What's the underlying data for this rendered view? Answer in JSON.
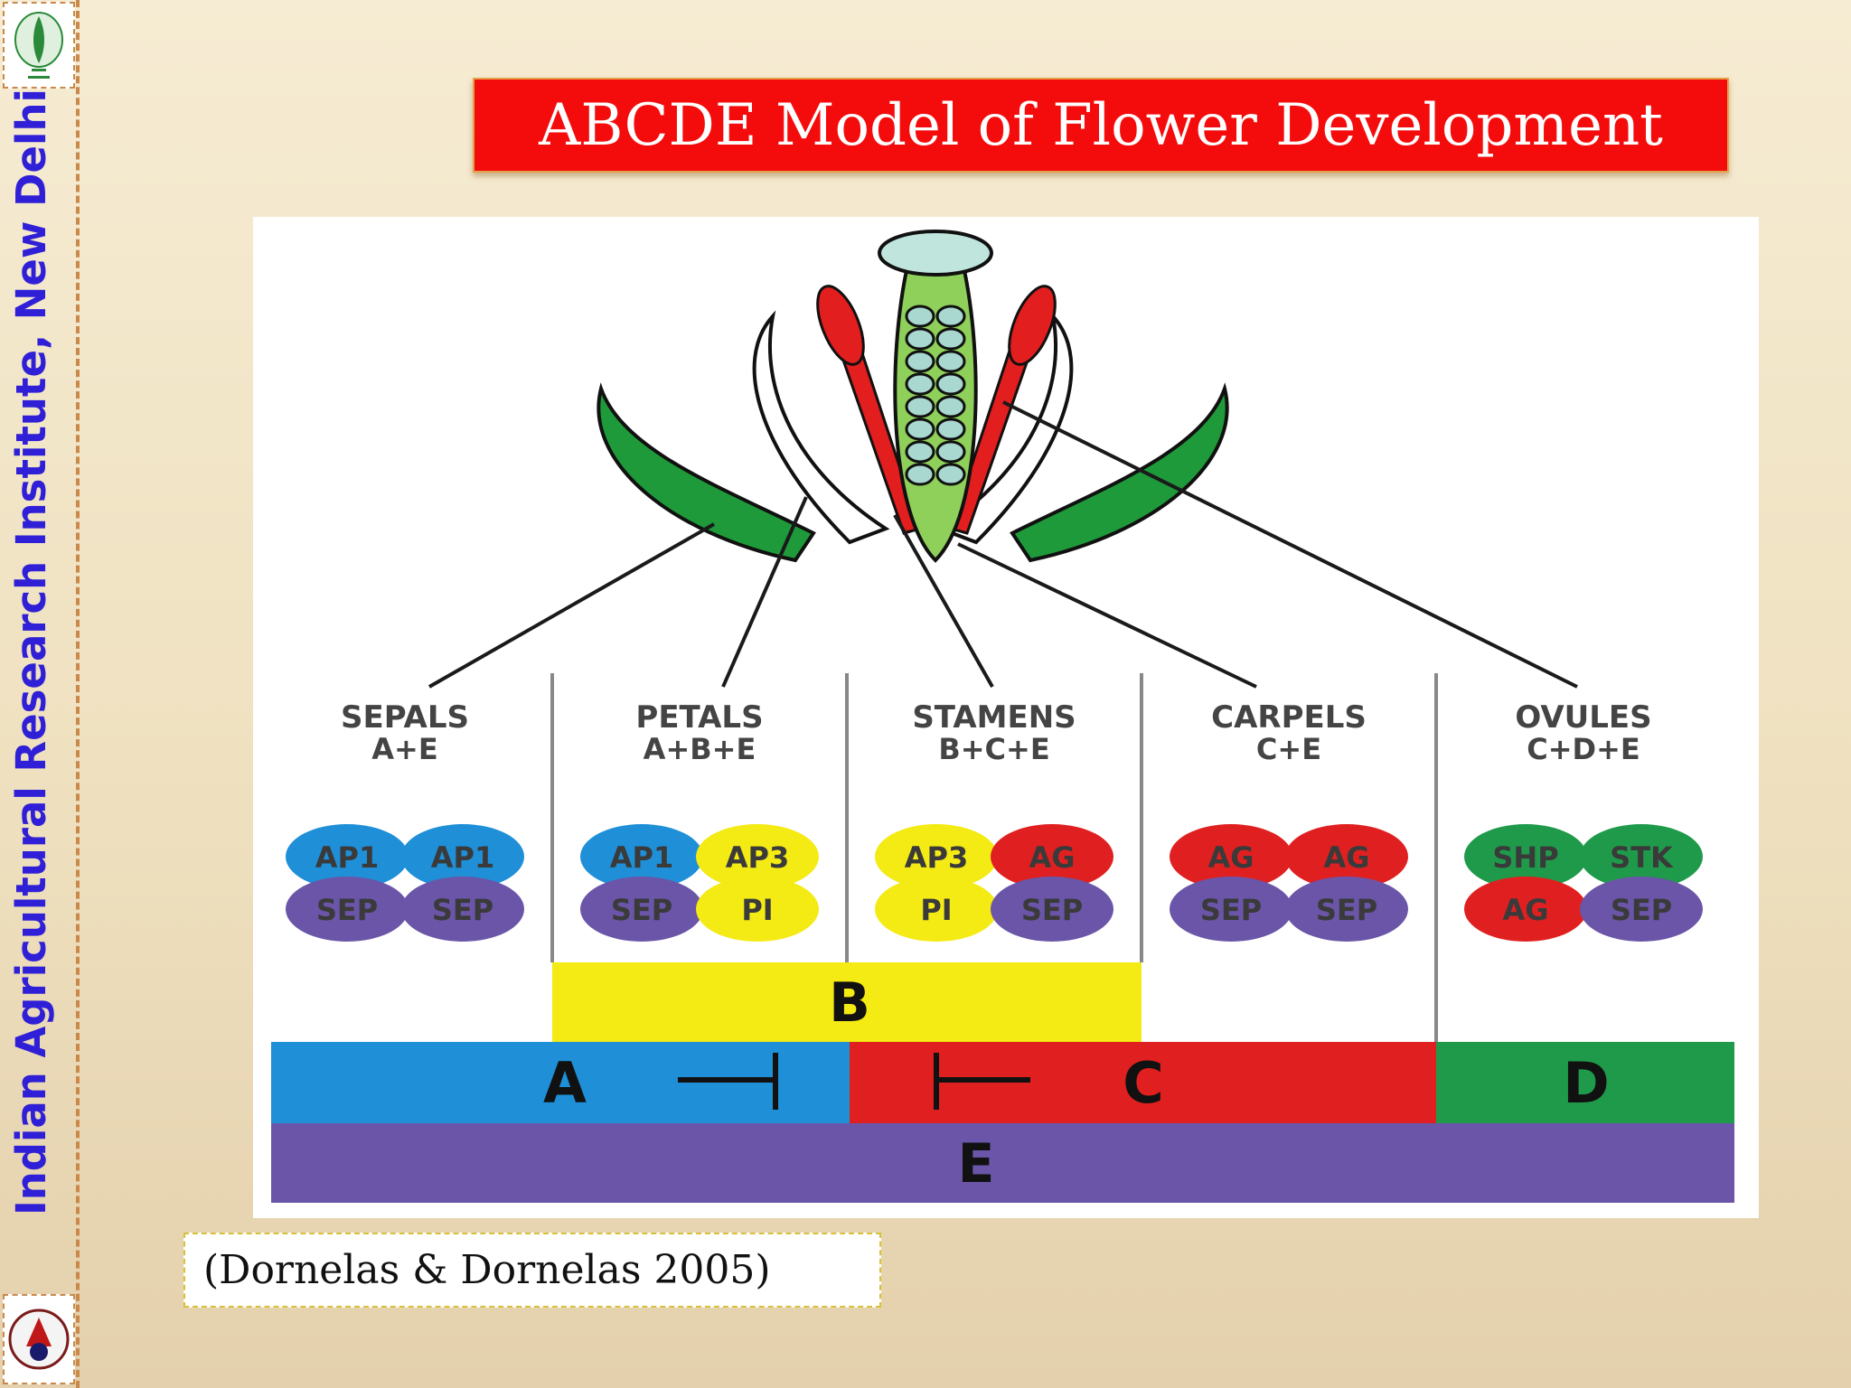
{
  "slide": {
    "title": "ABCDE Model of Flower Development",
    "side_banner": "Indian Agricultural Research Institute, New Delhi",
    "citation": "(Dornelas & Dornelas 2005)"
  },
  "diagram": {
    "organs": [
      {
        "name": "SEPALS",
        "genes": "A+E",
        "proteins": [
          {
            "label": "AP1",
            "color": "#1f8fd8"
          },
          {
            "label": "AP1",
            "color": "#1f8fd8"
          },
          {
            "label": "SEP",
            "color": "#6a55a8"
          },
          {
            "label": "SEP",
            "color": "#6a55a8"
          }
        ]
      },
      {
        "name": "PETALS",
        "genes": "A+B+E",
        "proteins": [
          {
            "label": "AP1",
            "color": "#1f8fd8"
          },
          {
            "label": "AP3",
            "color": "#f4ea14"
          },
          {
            "label": "SEP",
            "color": "#6a55a8"
          },
          {
            "label": "PI",
            "color": "#f4ea14"
          }
        ]
      },
      {
        "name": "STAMENS",
        "genes": "B+C+E",
        "proteins": [
          {
            "label": "AP3",
            "color": "#f4ea14"
          },
          {
            "label": "AG",
            "color": "#e02020"
          },
          {
            "label": "PI",
            "color": "#f4ea14"
          },
          {
            "label": "SEP",
            "color": "#6a55a8"
          }
        ]
      },
      {
        "name": "CARPELS",
        "genes": "C+E",
        "proteins": [
          {
            "label": "AG",
            "color": "#e02020"
          },
          {
            "label": "AG",
            "color": "#e02020"
          },
          {
            "label": "SEP",
            "color": "#6a55a8"
          },
          {
            "label": "SEP",
            "color": "#6a55a8"
          }
        ]
      },
      {
        "name": "OVULES",
        "genes": "C+D+E",
        "proteins": [
          {
            "label": "SHP",
            "color": "#1f9a4a"
          },
          {
            "label": "STK",
            "color": "#1f9a4a"
          },
          {
            "label": "AG",
            "color": "#e02020"
          },
          {
            "label": "SEP",
            "color": "#6a55a8"
          }
        ]
      }
    ],
    "bars": {
      "B": {
        "label": "B",
        "color": "#f4ea14"
      },
      "A": {
        "label": "A",
        "color": "#1f8fd8"
      },
      "C": {
        "label": "C",
        "color": "#e02020"
      },
      "D": {
        "label": "D",
        "color": "#1f9a4a"
      },
      "E": {
        "label": "E",
        "color": "#6a55a8"
      }
    },
    "colors": {
      "sepal": "#1f9a3a",
      "stamen": "#e21e1e",
      "carpel": "#8fd05a",
      "ovule": "#a8d8d0",
      "line": "#1a1a1a"
    }
  }
}
